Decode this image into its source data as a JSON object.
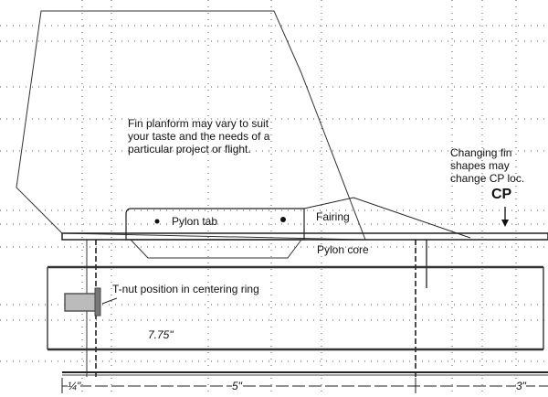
{
  "notes": {
    "fin_planform": "Fin planform may vary to suit your taste and the needs of a particular project or flight.",
    "cp_change": "Changing fin shapes may change CP loc."
  },
  "labels": {
    "cp": "CP",
    "pylon_tab": "Pylon tab",
    "fairing": "Fairing",
    "pylon_core": "Pylon core",
    "tnut": "T-nut position in centering ring"
  },
  "dimensions": {
    "quarter": "¼\"",
    "five": "5\"",
    "three": "3\"",
    "seven_seventy_five": "7.75\""
  }
}
